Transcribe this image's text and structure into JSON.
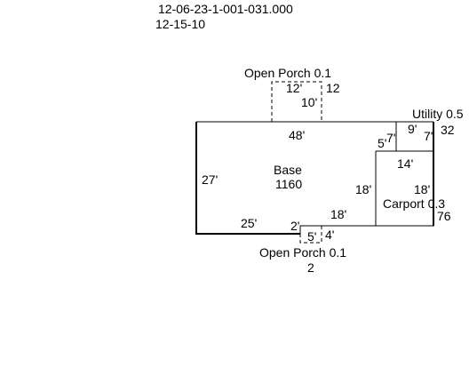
{
  "header": {
    "parcel_id": "12-06-23-1-001-031.000",
    "date": "12-15-10"
  },
  "areas": {
    "base": {
      "name": "Base",
      "value": "1160"
    },
    "open_porch_top": {
      "name": "Open Porch 0.1",
      "value": "12"
    },
    "open_porch_bottom": {
      "name": "Open Porch 0.1",
      "value": "2"
    },
    "utility": {
      "name": "Utility 0.5",
      "value": "32"
    },
    "carport": {
      "name": "Carport 0.3",
      "value": "76"
    }
  },
  "dimensions": {
    "porch_top_width": "12'",
    "porch_top_depth": "10'",
    "base_top": "48'",
    "base_left": "27'",
    "base_bottom_left": "25'",
    "base_notch": "2'",
    "base_right_inner": "18'",
    "base_bottom_right": "18'",
    "step_5": "5'",
    "step_7": "7'",
    "utility_width": "9'",
    "utility_depth": "7'",
    "carport_width": "14'",
    "carport_depth": "18'",
    "porch_bottom_width": "5'",
    "porch_bottom_depth": "4'"
  }
}
